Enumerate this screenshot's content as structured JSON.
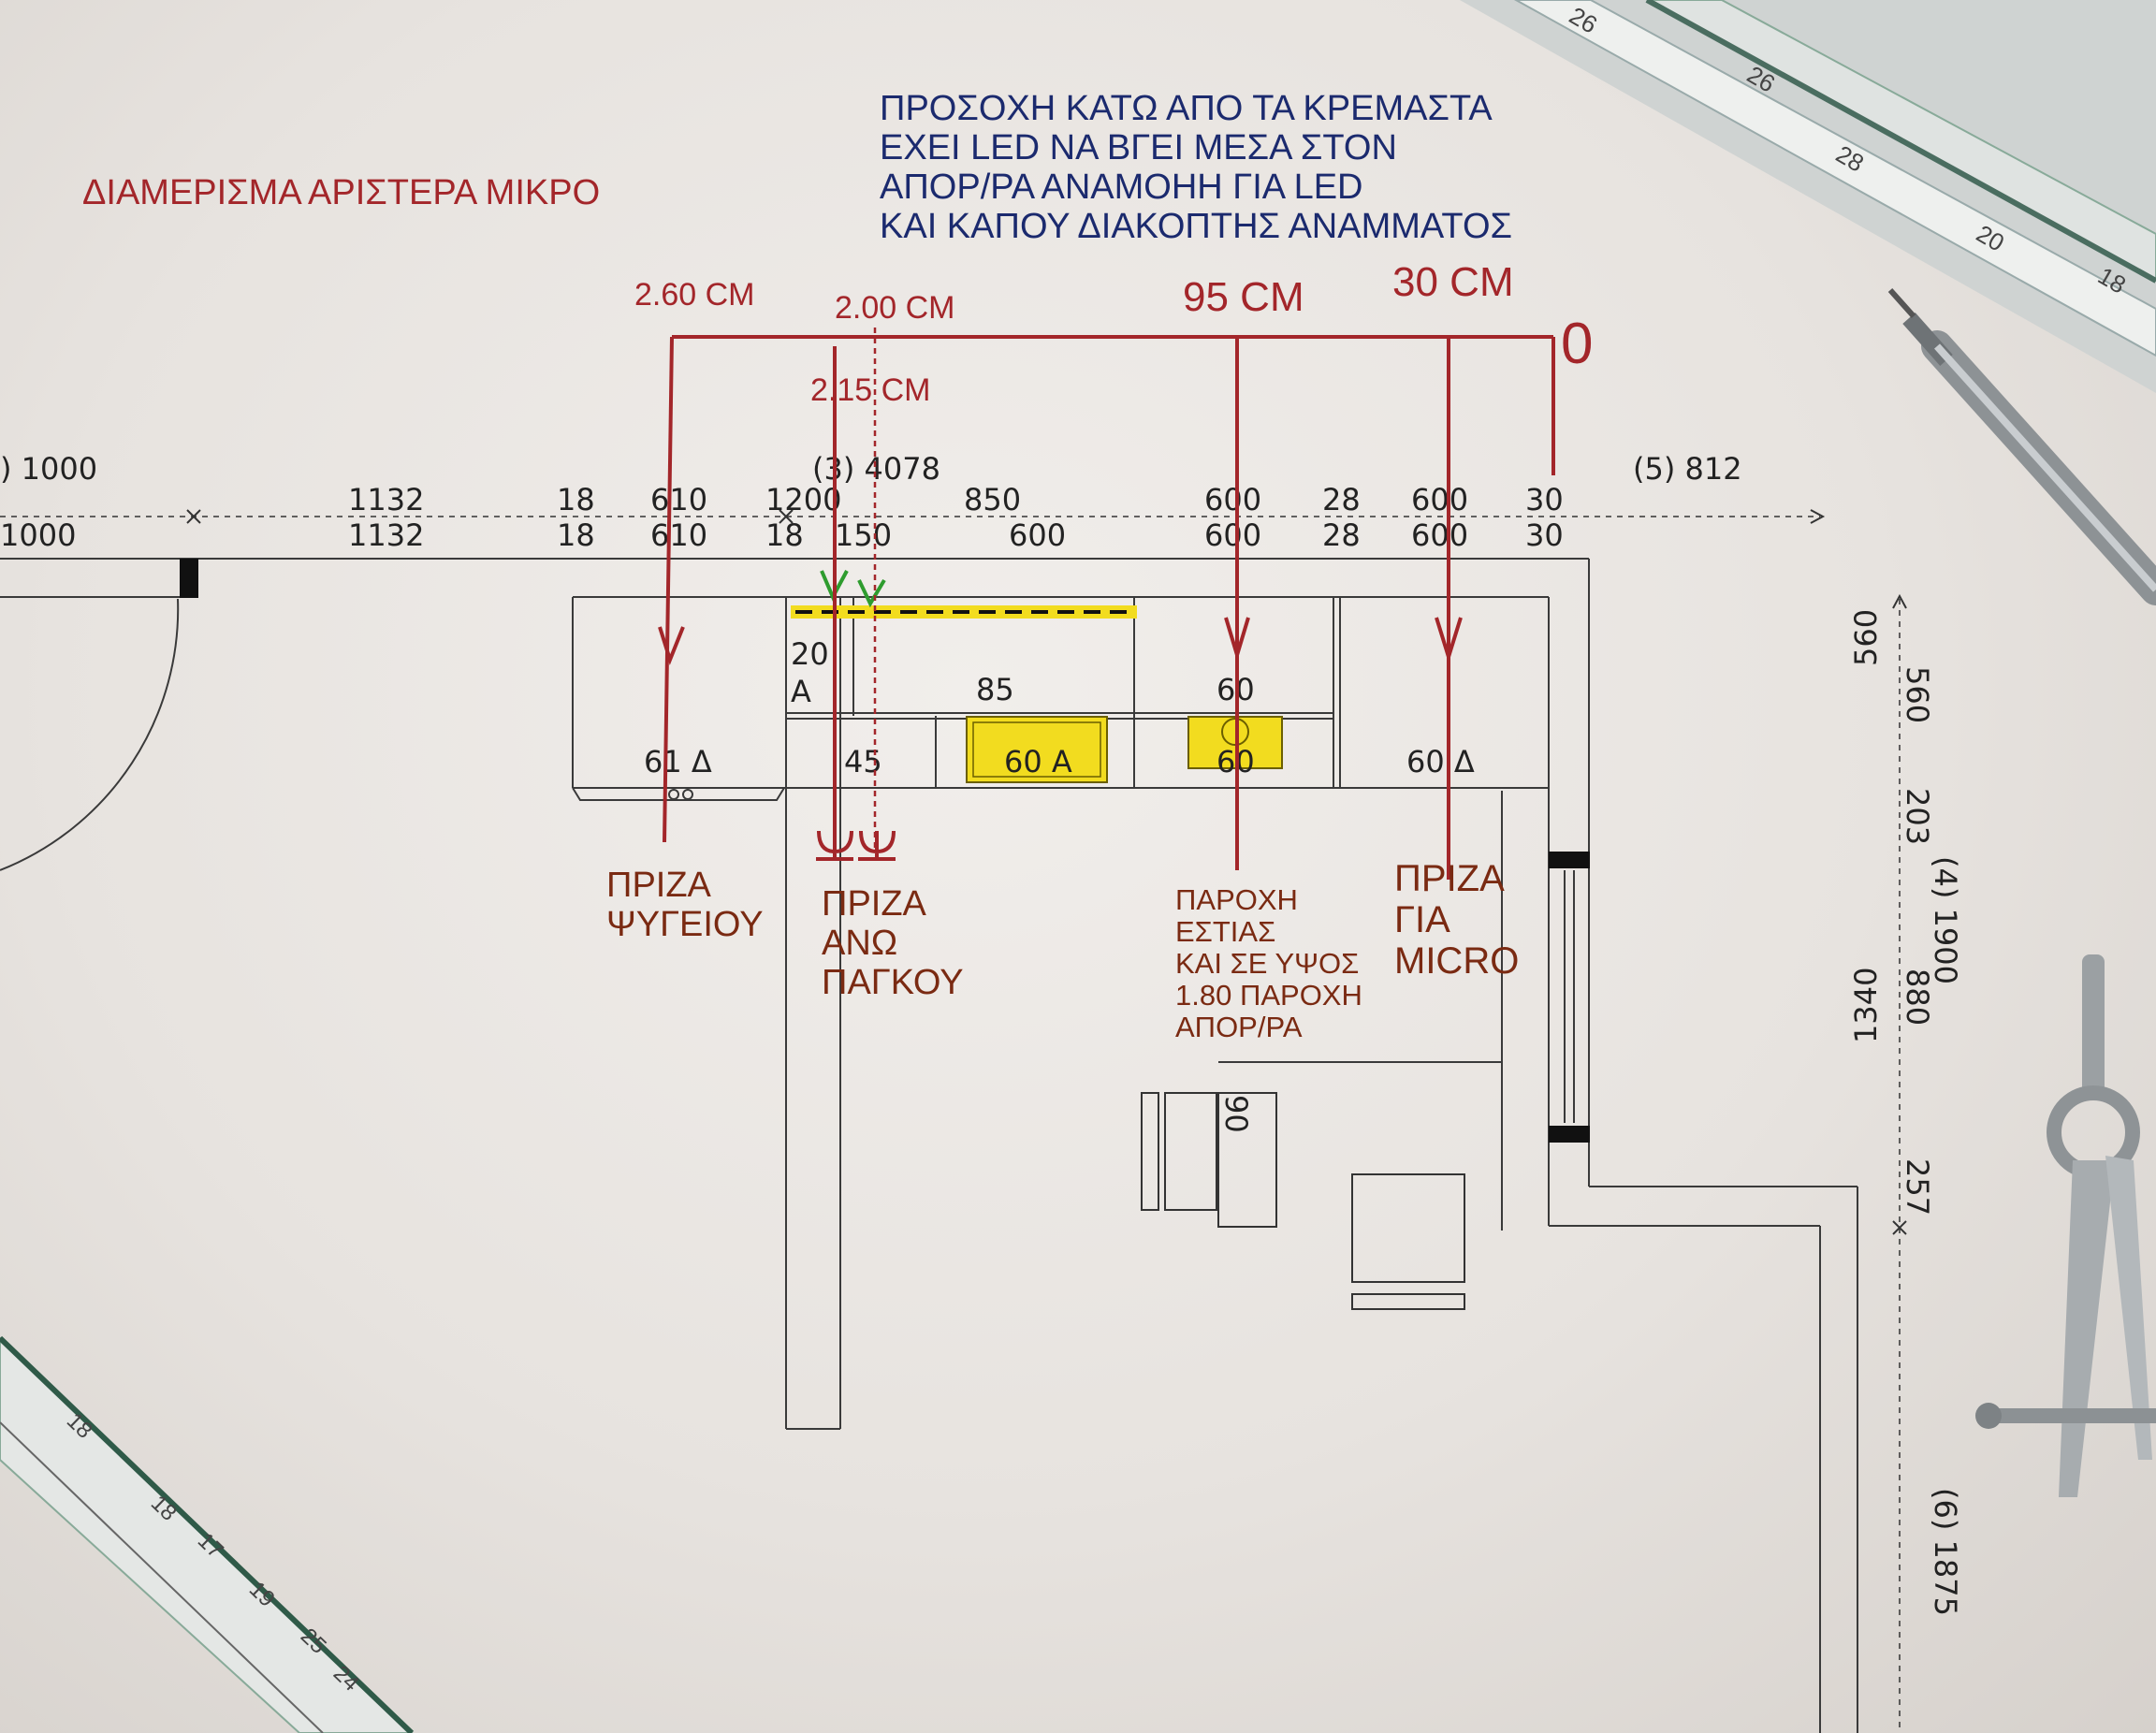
{
  "title": "ΔΙΑΜΕΡΙΣΜΑ ΑΡΙΣΤΕΡΑ ΜΙΚΡΟ",
  "warning_lines": [
    "ΠΡΟΣΟΧΗ ΚΑΤΩ ΑΠΟ ΤΑ ΚΡΕΜΑΣΤΑ",
    "ΕΧΕΙ LED  ΝΑ ΒΓΕΙ ΜΕΣΑ ΣΤΟΝ",
    "ΑΠΟΡ/ΡΑ ΑΝΑΜΟΗΗ ΓΙΑ LED",
    "ΚΑΙ ΚΑΠΟΥ ΔΙΑΚΟΠΤΗΣ ΑΝΑΜΜΑΤΟΣ"
  ],
  "heights": {
    "h260": "2.60 CM",
    "h200": "2.00 CM",
    "h215": "2.15 CM",
    "h95": "95 CM",
    "h30": "30 CM",
    "zero": "0"
  },
  "wall_labels": {
    "w2": ") 1000",
    "w3": "(3) 4078",
    "w5": "(5) 812",
    "w4": "(4) 1900",
    "w6": "(6) 1875"
  },
  "dims_top": [
    "1132",
    "18",
    "610",
    "1200",
    "850",
    "600",
    "28",
    "600",
    "30"
  ],
  "dims_bottom": [
    "1000",
    "1132",
    "18",
    "610",
    "18",
    "150",
    "600",
    "600",
    "28",
    "600",
    "30"
  ],
  "dims_right_outer": [
    "560",
    "203",
    "880",
    "257"
  ],
  "dims_right_inner": [
    "560",
    "1340"
  ],
  "cabinets": {
    "c20": "20",
    "cA": "A",
    "c85": "85",
    "c60top": "60",
    "c61": "61 Δ",
    "c45": "45",
    "c60A": "60 A",
    "c60mid": "60",
    "c60D": "60 Δ",
    "c90": "90"
  },
  "outlets": {
    "fridge": [
      "ΠΡΙΖΑ",
      "ΨΥΓΕΙΟΥ"
    ],
    "counter": [
      "ΠΡΙΖΑ",
      "ΑΝΩ",
      "ΠΑΓΚΟΥ"
    ],
    "hob": [
      "ΠΑΡΟΧΗ",
      "ΕΣΤΙΑΣ",
      "ΚΑΙ ΣΕ ΥΨΟΣ",
      "1.80 ΠΑΡΟΧΗ",
      "ΑΠΟΡ/ΡΑ"
    ],
    "micro": [
      "ΠΡΙΖΑ",
      "ΓΙΑ",
      "MICRO"
    ]
  },
  "ruler_ticks_top": [
    "26",
    "26",
    "28",
    "20",
    "18"
  ],
  "ruler_ticks_bottom": [
    "18",
    "17",
    "19",
    "25",
    "24",
    "18"
  ],
  "colors": {
    "annotation_red": "#a3262a",
    "annotation_blue": "#1b2a6e",
    "annotation_brown": "#7a2a12",
    "highlight_yellow": "#f2dc1f",
    "check_green": "#2e9c2e"
  }
}
